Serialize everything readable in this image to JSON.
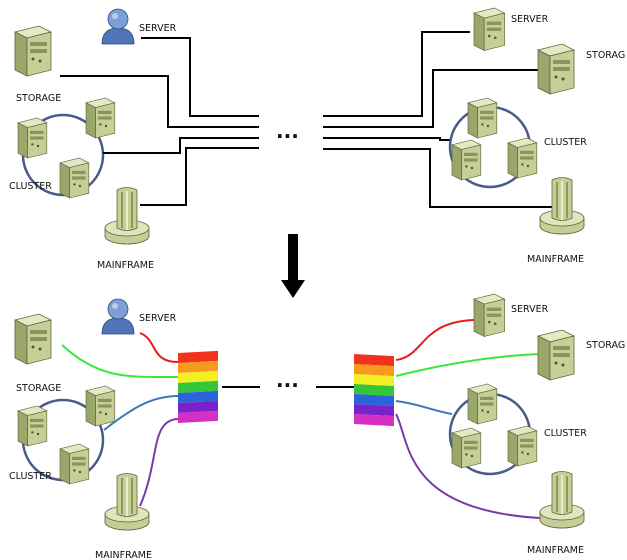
{
  "labels": {
    "server": "SERVER",
    "storage": "STORAGE",
    "storag": "STORAG",
    "cluster": "CLUSTER",
    "mainframe": "MAINFRAME",
    "ellipsis": "···"
  },
  "colors": {
    "line": "#000000",
    "cluster_ring": "#4a5a8c",
    "server_body": "#cdd5a8",
    "server_dark": "#8c9860",
    "user_blue": "#4f74b8",
    "mux_bands": [
      "#f0331b",
      "#f59a1c",
      "#f4ee22",
      "#34c53a",
      "#2b63d8",
      "#7a22c9",
      "#d530c4"
    ],
    "fiber_red": "#e81a1a",
    "fiber_green": "#3ce83c",
    "fiber_blue": "#3f78b4",
    "fiber_purple": "#7a3aa8"
  },
  "arrow": "down-arrow-icon"
}
